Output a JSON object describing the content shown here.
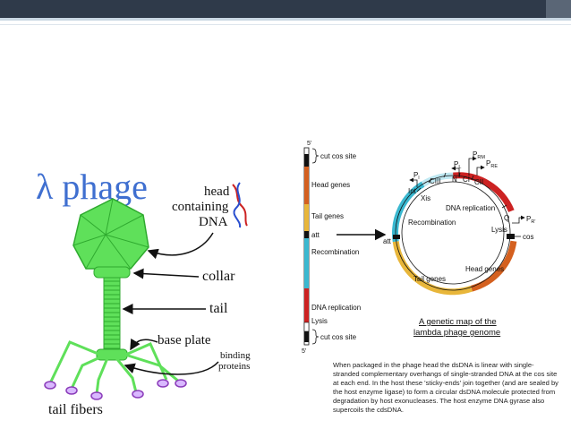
{
  "slide": {
    "header_color": "#2f3a4a",
    "accent_color": "#c9d7e3"
  },
  "phage": {
    "title": "λ phage",
    "title_color": "#3f6fd0",
    "body_color": "#5fe05a",
    "dark_green": "#2faa2f",
    "fiber_color": "#8a3ab9",
    "labels": {
      "head": "head",
      "containing": "containing",
      "dna": "DNA",
      "collar": "collar",
      "tail": "tail",
      "base_plate": "base plate",
      "binding": "binding",
      "proteins": "proteins",
      "tail_fibers": "tail fibers"
    }
  },
  "linear_map": {
    "top_label": "5'",
    "bottom_label": "5'",
    "segments": [
      {
        "label": "cut cos site"
      },
      {
        "label": "Head genes",
        "color": "#d4601f"
      },
      {
        "label": "Tail genes",
        "color": "#e8b63a"
      },
      {
        "label": "att"
      },
      {
        "label": "Recombination",
        "color": "#3ab8d0"
      },
      {
        "label": "DNA replication",
        "color": "#cc2222"
      },
      {
        "label": "Lysis"
      },
      {
        "label": "cut cos site"
      }
    ]
  },
  "circular_map": {
    "promoters": {
      "pl": "P",
      "pl_sub": "l",
      "pL": "P",
      "pL_sub": "L",
      "prm": "P",
      "prm_sub": "RM",
      "pre": "P",
      "pre_sub": "RE",
      "pr2": "P",
      "pr2_sub": "R'"
    },
    "genes": {
      "int": "Int",
      "xis": "Xis",
      "ciii": "CIII",
      "n": "N",
      "ci": "CI",
      "cii": "CII",
      "q": "Q"
    },
    "regions": {
      "dna_replication": "DNA replication",
      "recombination": "Recombination",
      "lysis": "Lysis",
      "cos": "cos",
      "att": "att",
      "head_genes": "Head genes",
      "tail_genes": "Tail genes"
    },
    "caption_line1": "A genetic map of the",
    "caption_line2": "lambda phage genome"
  },
  "description": "When packaged in the phage head the dsDNA is linear with single-stranded complementary overhangs of single-stranded DNA at the cos site at each end. In the host these 'sticky-ends' join together (and are sealed by the host enzyme ligase) to form a circular dsDNA molecule protected from degradation by host exonucleases. The host enzyme DNA gyrase also supercoils the cdsDNA."
}
